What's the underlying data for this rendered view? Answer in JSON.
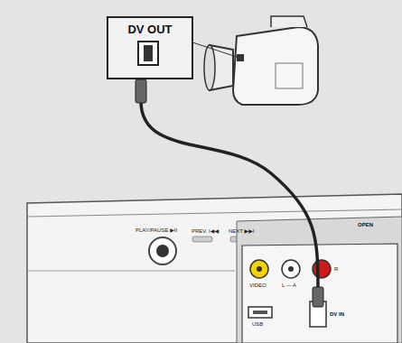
{
  "diagram": {
    "nodes": [
      {
        "text": [
          "DV OUT"
        ]
      }
    ],
    "labels": [
      "PLAY/PAUSE ▶II",
      "PREV. I◀◀",
      "NEXT ▶▶I",
      "OPEN",
      "VIDEO",
      "L — A",
      "R",
      "USB",
      "DV IN"
    ]
  }
}
